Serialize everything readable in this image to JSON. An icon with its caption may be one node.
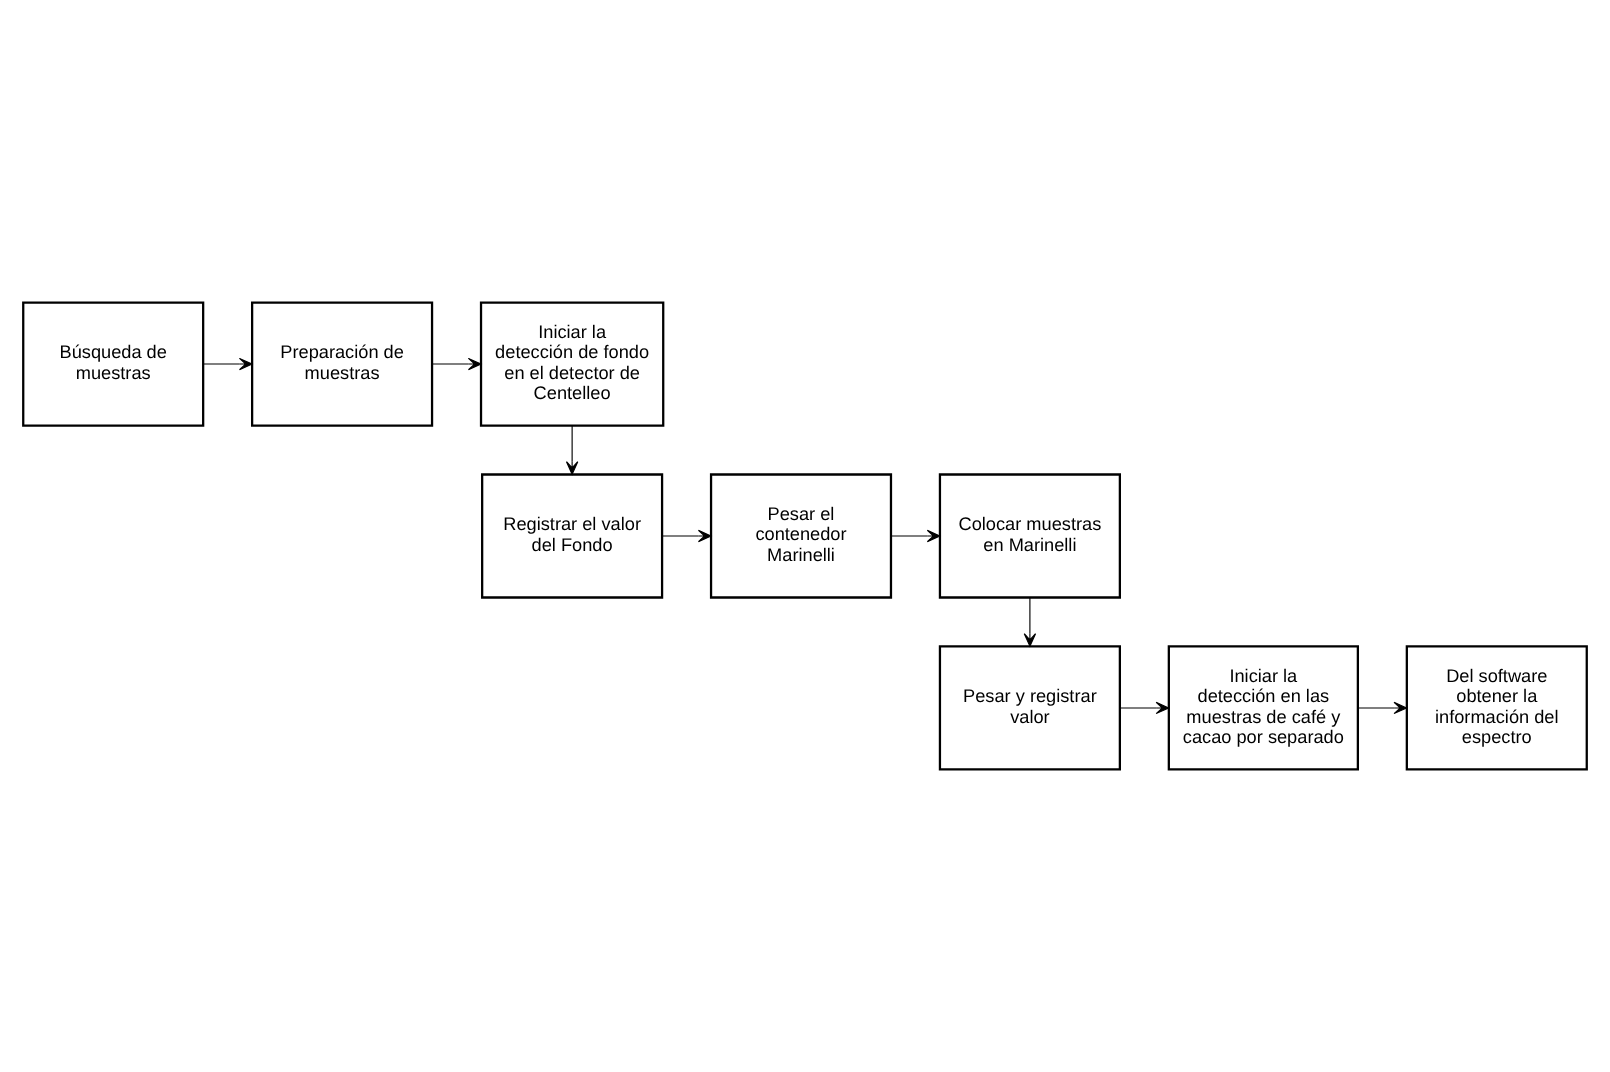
{
  "diagram": {
    "nodes": [
      {
        "text": [
          "Búsqueda de muestras"
        ]
      },
      {
        "text": [
          "Preparación de muestras"
        ]
      },
      {
        "text": [
          "Iniciar la detección de fondo en el detector de Centelleo"
        ]
      },
      {
        "text": [
          "Registrar el valor del Fondo"
        ]
      },
      {
        "text": [
          "Pesar el contenedor Marinelli"
        ]
      },
      {
        "text": [
          "Colocar muestras en Marinelli"
        ]
      },
      {
        "text": [
          "Pesar y registrar valor"
        ]
      },
      {
        "text": [
          "Iniciar la detección en las muestras de café y cacao por separado"
        ]
      },
      {
        "text": [
          "Del software obtener la información del espectro"
        ]
      }
    ],
    "edges": [
      {
        "from": 0,
        "to": 1,
        "arrow": "to"
      },
      {
        "from": 1,
        "to": 2,
        "arrow": "to"
      },
      {
        "from": 2,
        "to": 3,
        "arrow": "to"
      },
      {
        "from": 3,
        "to": 4,
        "arrow": "to"
      },
      {
        "from": 4,
        "to": 5,
        "arrow": "to"
      },
      {
        "from": 5,
        "to": 6,
        "arrow": "to"
      },
      {
        "from": 6,
        "to": 7,
        "arrow": "to"
      },
      {
        "from": 7,
        "to": 8,
        "arrow": "to"
      }
    ]
  }
}
